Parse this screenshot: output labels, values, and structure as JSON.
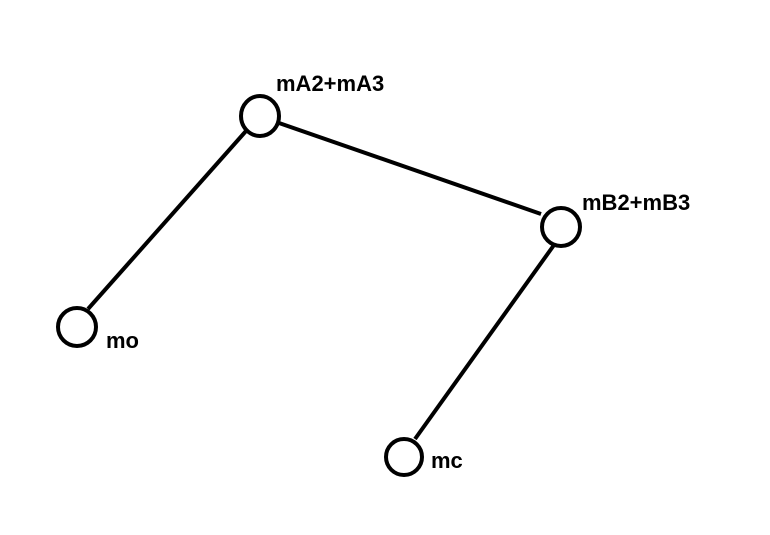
{
  "colors": {
    "background": "#ffffff",
    "stroke": "#000000"
  },
  "nodes": [
    {
      "id": "mA2+mA3",
      "label": "mA2+mA3"
    },
    {
      "id": "mB2+mB3",
      "label": "mB2+mB3"
    },
    {
      "id": "mo",
      "label": "mo"
    },
    {
      "id": "mc",
      "label": "mc"
    }
  ],
  "edges": [
    {
      "from": "mA2+mA3",
      "to": "mB2+mB3"
    },
    {
      "from": "mA2+mA3",
      "to": "mo"
    },
    {
      "from": "mB2+mB3",
      "to": "mc"
    }
  ]
}
